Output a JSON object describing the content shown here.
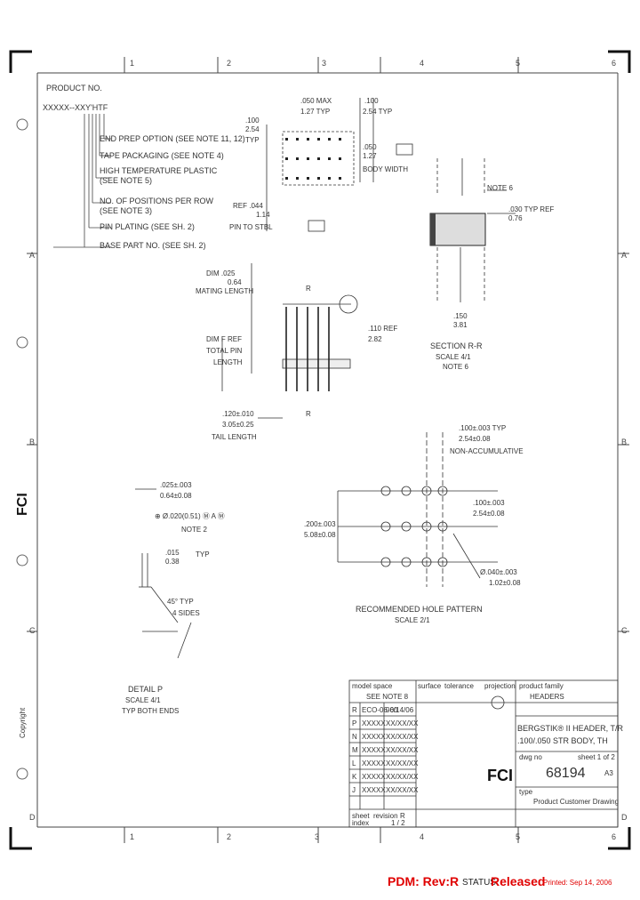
{
  "drawing": {
    "grid_top": [
      "1",
      "2",
      "3",
      "4",
      "5",
      "6"
    ],
    "grid_bottom": [
      "1",
      "2",
      "3",
      "4",
      "5",
      "6"
    ],
    "grid_left": [
      "A",
      "B",
      "C",
      "D"
    ],
    "grid_right": [
      "A",
      "B",
      "C",
      "D"
    ],
    "product_no_label": "PRODUCT NO.",
    "part_code": "XXXXX--XXY'HTF",
    "callouts": [
      "END PREP OPTION (SEE NOTE 11, 12)",
      "TAPE PACKAGING (SEE NOTE 4)",
      "HIGH TEMPERATURE PLASTIC",
      "(SEE NOTE 5)",
      "NO. OF POSITIONS PER ROW",
      "(SEE NOTE 3)",
      "PIN PLATING (SEE SH. 2)",
      "BASE PART NO. (SEE SH. 2)"
    ],
    "dims": {
      "top_pitch": ".050 MAX",
      "top_pitch_mm": "1.27 TYP",
      "top_right": ".100",
      "top_right_mm": "2.54 TYP",
      "left_h": ".100",
      "left_h_mm": "2.54",
      "left_typ": "TYP",
      "mid_h": ".050",
      "mid_h_mm": "1.27",
      "body_width": "BODY WIDTH",
      "ref_dim": "REF .044",
      "ref_dim_mm": "1.14",
      "pin_note": "PIN TO STBL",
      "mating_dia": "DIM .025",
      "mating_dia_mm": "0.64",
      "mating_len": "MATING LENGTH",
      "dim_f": "DIM F REF",
      "total_pin": "TOTAL PIN",
      "length": "LENGTH",
      "tail_dim": ".120±.010",
      "tail_dim_mm": "3.05±0.25",
      "tail_len": "TAIL LENGTH",
      "side_ref": ".110 REF",
      "side_ref_mm": "2.82",
      "typ_ref": ".030 TYP REF",
      "typ_ref_mm": "0.76",
      "sect_dim": ".150",
      "sect_dim_mm": "3.81",
      "sect_note": "NOTE 6",
      "hole_spacing": ".100±.003 TYP",
      "hole_spacing_mm": "2.54±0.08",
      "non_accum": "NON-ACCUMULATIVE",
      "hole_left": ".025±.003",
      "hole_left_mm": "0.64±0.08",
      "hole_tol": "⊕ Ø.020(0.51) Ⓜ A Ⓜ",
      "hole_note": "NOTE 2",
      "row_pitch": ".100±.003",
      "row_pitch_mm": "2.54±0.08",
      "row_left": ".200±.003",
      "row_left_mm": "5.08±0.08",
      "dia_hole": "Ø.040±.003",
      "dia_hole_mm": "1.02±0.08",
      "chamfer": ".015",
      "chamfer_mm": "0.38",
      "chamfer_typ": "TYP",
      "angle": "45° TYP",
      "angle_sides": "4 SIDES"
    },
    "section_label": "SECTION R-R",
    "section_scale": "SCALE 4/1",
    "section_note": "NOTE 6",
    "hole_pattern_title": "RECOMMENDED HOLE PATTERN",
    "hole_pattern_scale": "SCALE 2/1",
    "detail_title": "DETAIL P",
    "detail_scale": "SCALE 4/1",
    "detail_note": "TYP BOTH ENDS",
    "view_marks": [
      "R",
      "R"
    ],
    "left_margin_brand": "FCI",
    "left_margin_text": "Copyright"
  },
  "title_block": {
    "model_space": "model space",
    "surface": "surface",
    "tolerance": "tolerance",
    "projection": "projection",
    "product_family": "product family",
    "product_family_value": "HEADERS",
    "sheet_note": "SEE NOTE 8",
    "title_lines": [
      "BERGSTIK® II HEADER, T/R",
      ".100/.050 STR BODY, TH"
    ],
    "doc_no_label": "dwg no",
    "doc_no": "68194",
    "sheet_of": "sheet 1 of 2",
    "size": "A3",
    "type_label": "type",
    "type_value": "Product Customer Drawing",
    "revision_rows": [
      [
        "R",
        "ECO-06-00",
        "06/14/06"
      ],
      [
        "P",
        "XXXXX",
        "XX/XX/XX"
      ],
      [
        "N",
        "XXXXX",
        "XX/XX/XX"
      ],
      [
        "M",
        "XXXXX",
        "XX/XX/XX"
      ],
      [
        "L",
        "XXXXX",
        "XX/XX/XX"
      ],
      [
        "K",
        "XXXXX",
        "XX/XX/XX"
      ],
      [
        "J",
        "XXXXX",
        "XX/XX/XX"
      ]
    ],
    "sheet_label": "sheet",
    "revision_label": "revision",
    "revision_value": "R",
    "index_label": "index",
    "index_value": "1 / 2",
    "company": "FCI"
  },
  "footer": {
    "pdm": "PDM: Rev:R",
    "status_label": "STATUS",
    "status_value": "Released",
    "printed": "Printed: Sep 14, 2006"
  }
}
